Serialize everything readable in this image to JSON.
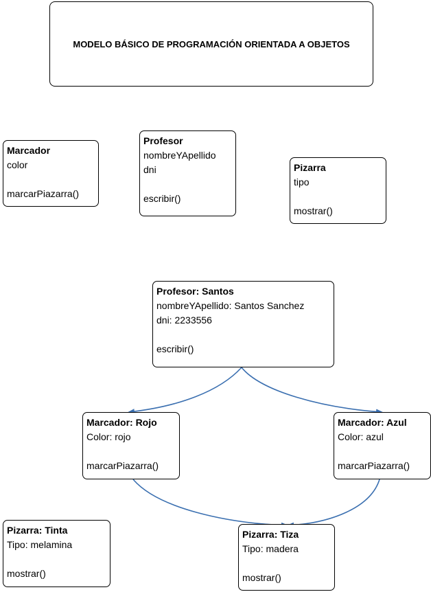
{
  "title": "MODELO BÁSICO DE PROGRAMACIÓN ORIENTADA A OBJETOS",
  "colors": {
    "arrow": "#3a6fb0",
    "border": "#000000"
  },
  "classes": {
    "marcador": {
      "name": "Marcador",
      "attrs": [
        "color"
      ],
      "method": "marcarPiazarra()"
    },
    "profesor": {
      "name": "Profesor",
      "attrs": [
        "nombreYApellido",
        "dni"
      ],
      "method": "escribir()"
    },
    "pizarra": {
      "name": "Pizarra",
      "attrs": [
        "tipo"
      ],
      "method": "mostrar()"
    }
  },
  "objects": {
    "profesor_santos": {
      "name": "Profesor: Santos",
      "attrs": [
        "nombreYApellido: Santos Sanchez",
        "dni: 2233556"
      ],
      "method": "escribir()"
    },
    "marcador_rojo": {
      "name": "Marcador: Rojo",
      "attrs": [
        "Color: rojo"
      ],
      "method": "marcarPiazarra()"
    },
    "marcador_azul": {
      "name": "Marcador: Azul",
      "attrs": [
        "Color: azul"
      ],
      "method": "marcarPiazarra()"
    },
    "pizarra_tinta": {
      "name": "Pizarra: Tinta",
      "attrs": [
        "Tipo: melamina"
      ],
      "method": "mostrar()"
    },
    "pizarra_tiza": {
      "name": "Pizarra: Tiza",
      "attrs": [
        "Tipo: madera"
      ],
      "method": "mostrar()"
    }
  }
}
